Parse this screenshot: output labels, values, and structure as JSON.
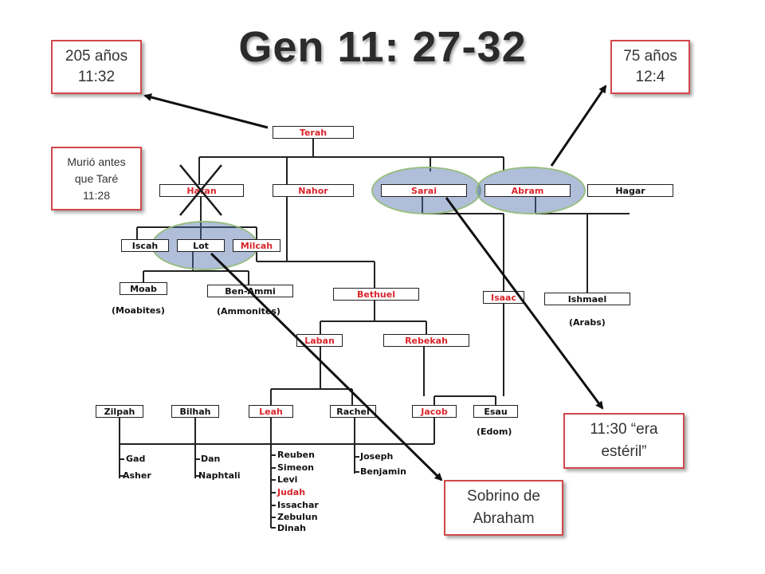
{
  "title": "Gen 11: 27-32",
  "callouts": {
    "age_terah": [
      "205 años",
      "11:32"
    ],
    "age_abram": [
      "75 años",
      "12:4"
    ],
    "haran_died": [
      "Murió antes",
      "que Taré",
      "11:28"
    ],
    "sarai_barren": [
      "11:30 “era",
      "estéril”"
    ],
    "lot_nephew": [
      "Sobrino de",
      "Abraham"
    ]
  },
  "people": {
    "terah": "Terah",
    "haran": "Haran",
    "nahor": "Nahor",
    "sarai": "Sarai",
    "abram": "Abram",
    "hagar": "Hagar",
    "iscah": "Iscah",
    "lot": "Lot",
    "milcah": "Milcah",
    "moab": "Moab",
    "ben_ammi": "Ben-Ammi",
    "bethuel": "Bethuel",
    "isaac": "Isaac",
    "ishmael": "Ishmael",
    "laban": "Laban",
    "rebekah": "Rebekah",
    "zilpah": "Zilpah",
    "bilhah": "Bilhah",
    "leah": "Leah",
    "rachel": "Rachel",
    "jacob": "Jacob",
    "esau": "Esau"
  },
  "nations": {
    "moabites": "(Moabites)",
    "ammonites": "(Ammonites)",
    "arabs": "(Arabs)",
    "edom": "(Edom)"
  },
  "sons": {
    "zilpah": [
      "Gad",
      "Asher"
    ],
    "bilhah": [
      "Dan",
      "Naphtali"
    ],
    "leah": [
      "Reuben",
      "Simeon",
      "Levi",
      "Judah",
      "Issachar",
      "Zebulun",
      "Dinah"
    ],
    "rachel": [
      "Joseph",
      "Benjamin"
    ]
  },
  "colors": {
    "highlight_red": "#d8252a",
    "callout_border": "#d0484b",
    "ellipse_fill": "#506eaa"
  }
}
